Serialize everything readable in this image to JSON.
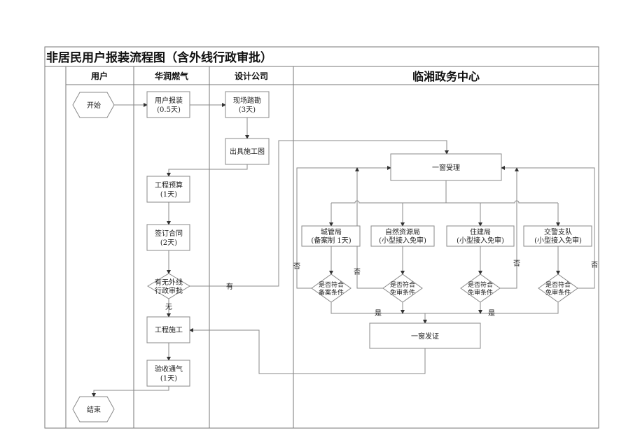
{
  "title": "非居民用户报装流程图（含外线行政审批）",
  "lanes": [
    "用户",
    "华润燃气",
    "设计公司",
    "临湘政务中心"
  ],
  "nodes": {
    "start": "开始",
    "apply": [
      "用户报装",
      "(0.5天)"
    ],
    "survey": [
      "现场踏勘",
      "(3天)"
    ],
    "drawing": "出具施工图",
    "budget": [
      "工程预算",
      "(1天)"
    ],
    "contract": [
      "签订合同",
      "(2天)"
    ],
    "approval_check": [
      "有无外线",
      "行政审批"
    ],
    "construction": "工程施工",
    "acceptance": [
      "验收通气",
      "(1天)"
    ],
    "end": "结束",
    "window_accept": "一窗受理",
    "window_issue": "一窗发证",
    "depts": [
      {
        "name": "城管局",
        "note": "(备案制 1天)",
        "check": [
          "是否符合",
          "备案条件"
        ]
      },
      {
        "name": "自然资源局",
        "note": "(小型接入免审)",
        "check": [
          "是否符合",
          "免审条件"
        ]
      },
      {
        "name": "住建局",
        "note": "(小型接入免审)",
        "check": [
          "是否符合",
          "免审条件"
        ]
      },
      {
        "name": "交警支队",
        "note": "(小型接入免审)",
        "check": [
          "是否符合",
          "免审条件"
        ]
      }
    ]
  },
  "edge_labels": {
    "yes_has": "有",
    "no_none": "无",
    "no": "否",
    "yes": "是"
  }
}
